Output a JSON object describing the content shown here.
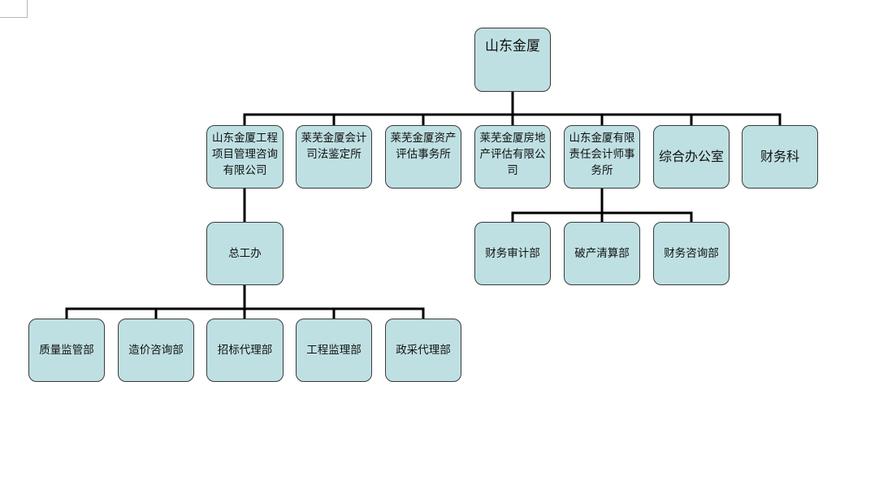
{
  "org_chart": {
    "root": "山东金厦",
    "level1": [
      "山东金厦工程项目管理咨询有限公司",
      "莱芜金厦会计司法鉴定所",
      "莱芜金厦资产评估事务所",
      "莱芜金厦房地产评估有限公司",
      "山东金厦有限责任会计师事务所",
      "综合办公室",
      "财务科"
    ],
    "general_office": "总工办",
    "engineering_departments": [
      "质量监管部",
      "造价咨询部",
      "招标代理部",
      "工程监理部",
      "政采代理部"
    ],
    "accounting_departments": [
      "财务审计部",
      "破产清算部",
      "财务咨询部"
    ]
  },
  "colors": {
    "box_fill": "#bfe0e2",
    "box_border": "#3a3a3a",
    "connector": "#000000"
  }
}
